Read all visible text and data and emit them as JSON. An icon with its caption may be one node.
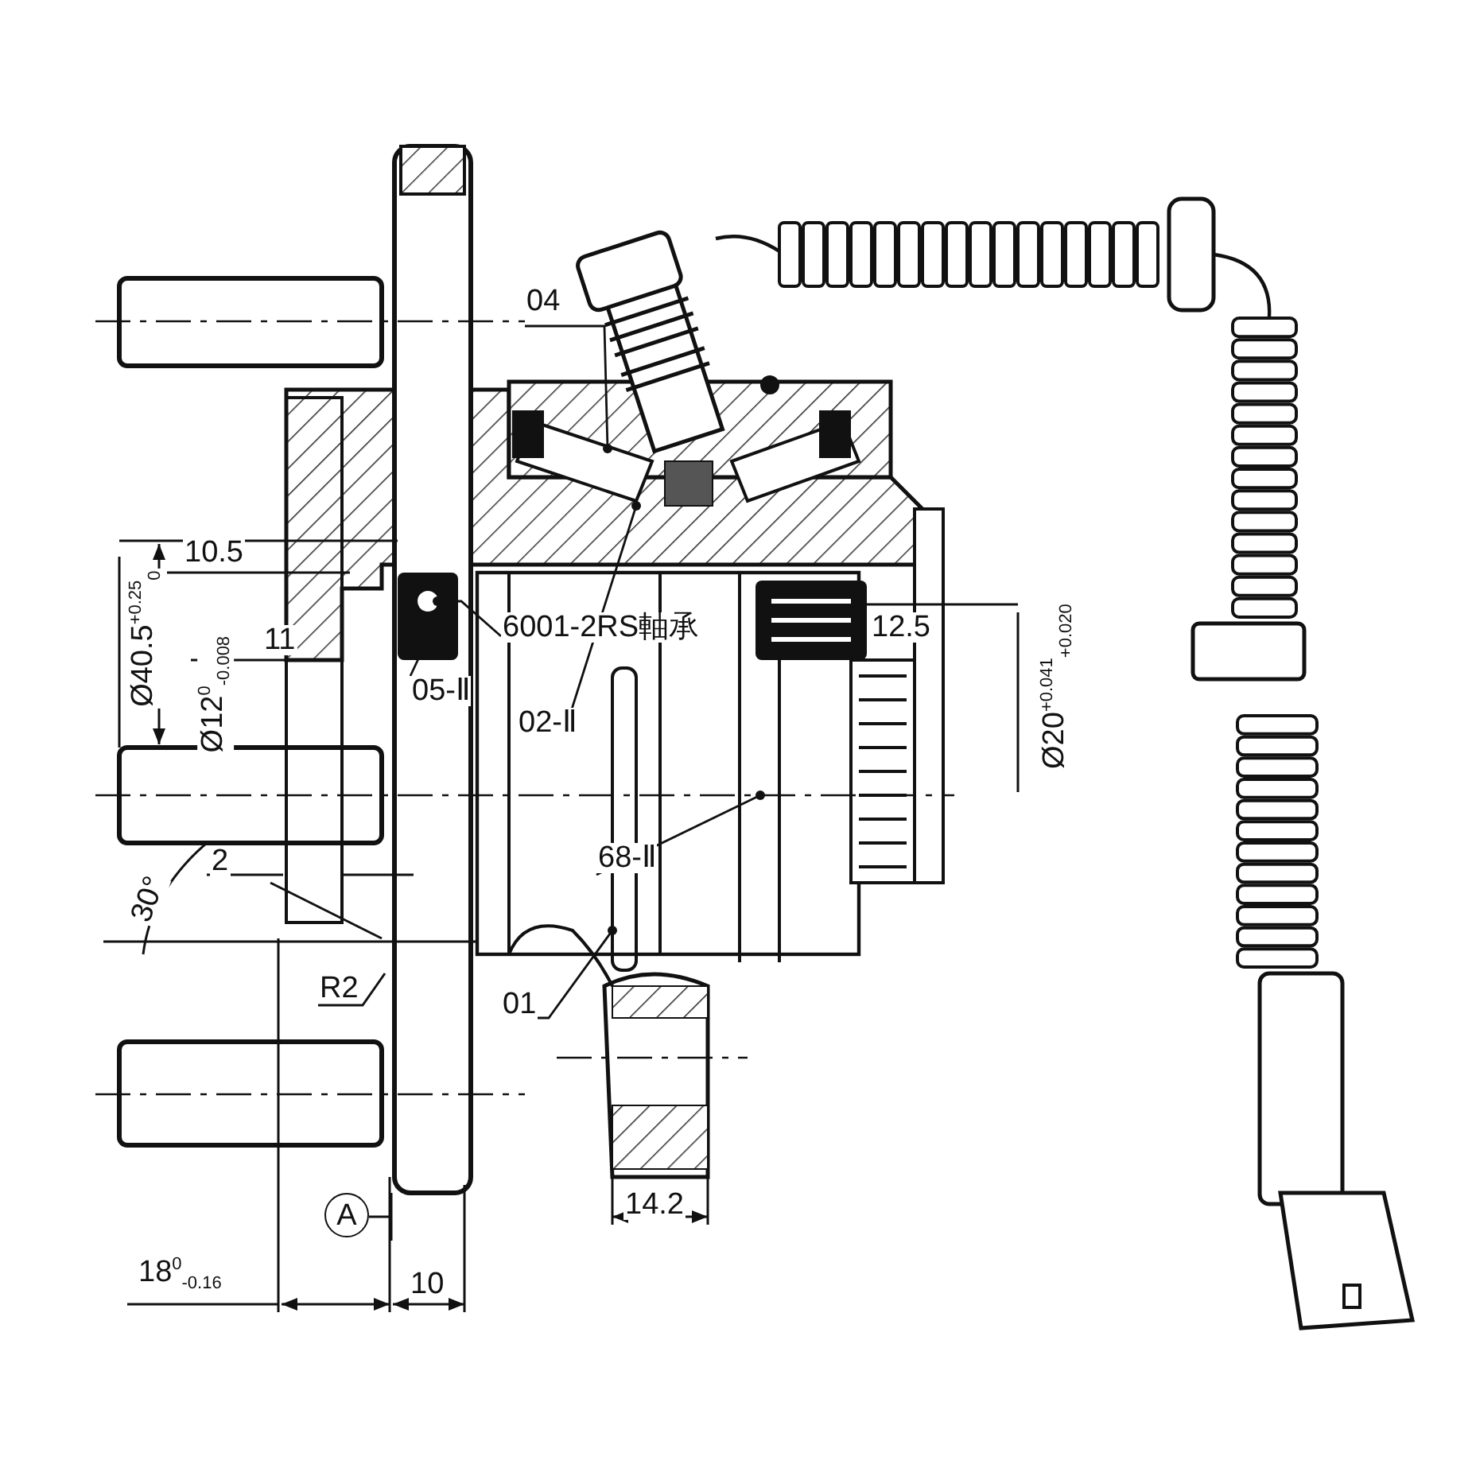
{
  "diagram": {
    "nodes": [
      {
        "text": [
          "04"
        ]
      },
      {
        "text": [
          "6001-2RS軸承"
        ]
      },
      {
        "text": [
          "05-Ⅱ"
        ]
      },
      {
        "text": [
          "02-Ⅱ"
        ]
      },
      {
        "text": [
          "68-Ⅱ"
        ]
      },
      {
        "text": [
          "01"
        ]
      }
    ],
    "edges": [
      {
        "from": 0,
        "to": null,
        "arrow": "other"
      },
      {
        "from": 1,
        "to": null,
        "arrow": "other"
      },
      {
        "from": 2,
        "to": null,
        "arrow": "none"
      },
      {
        "from": 3,
        "to": null,
        "arrow": "other"
      },
      {
        "from": 4,
        "to": null,
        "arrow": "other"
      },
      {
        "from": 5,
        "to": null,
        "arrow": "other"
      }
    ],
    "labels": [
      "10.5",
      "11",
      "Ø40.5$^{+0.25}$$_{0}$",
      "Ø12$^{0}$$_{-0.008}$",
      "12.5",
      "Ø20$^{+0.041}$$_{+0.020}$",
      "2",
      "30°",
      "R2",
      "A",
      "18$^{0}$$_{-0.16}$",
      "10",
      "14.2"
    ]
  }
}
